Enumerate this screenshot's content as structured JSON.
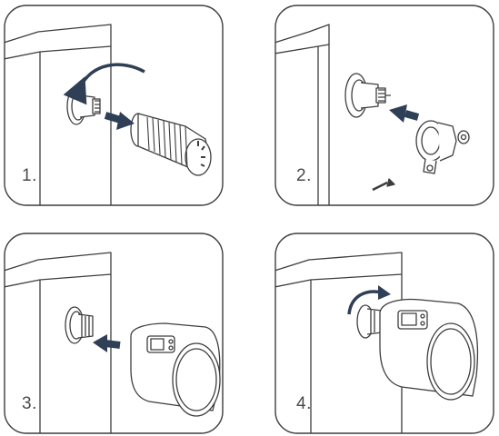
{
  "steps": [
    {
      "number": "1."
    },
    {
      "number": "2."
    },
    {
      "number": "3."
    },
    {
      "number": "4."
    }
  ],
  "colors": {
    "outline": "#3d3d3d",
    "arrow": "#2f3f56",
    "background": "#ffffff"
  }
}
